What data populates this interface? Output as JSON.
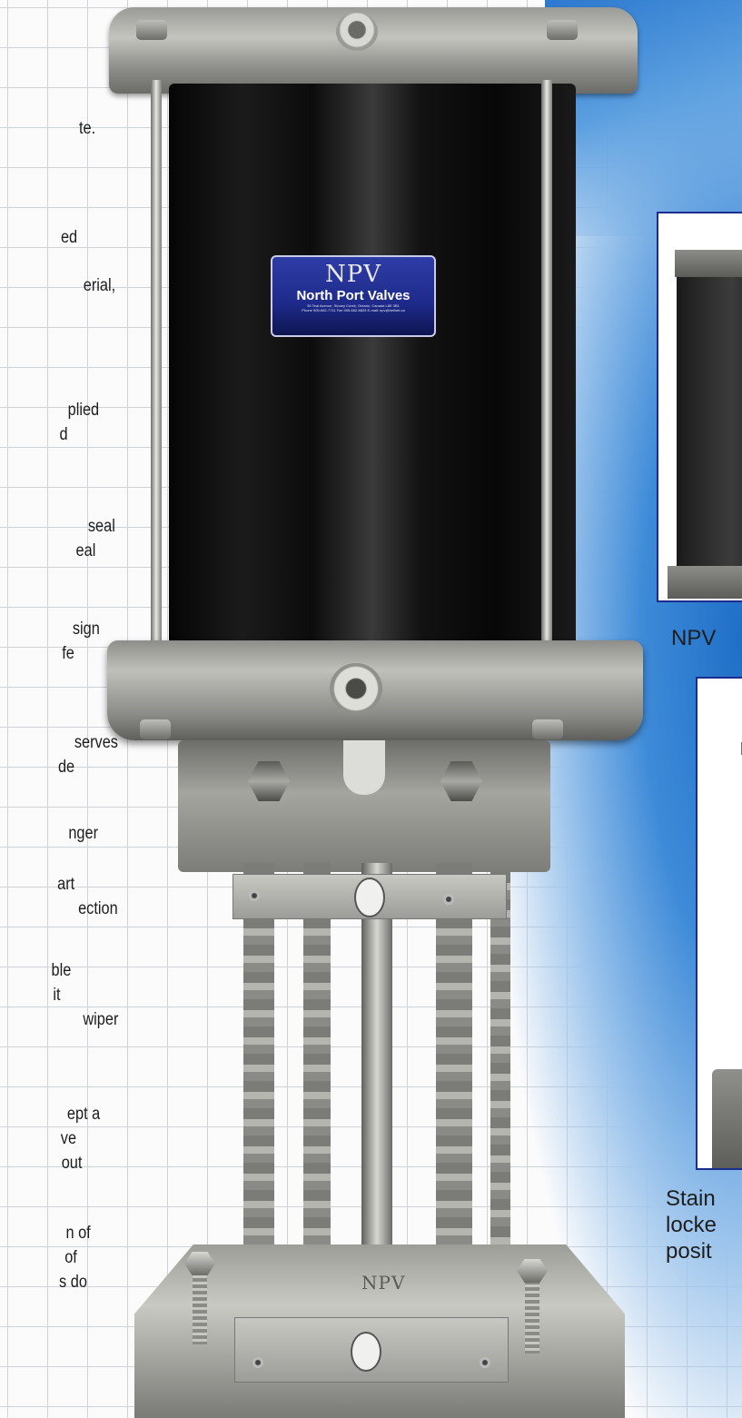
{
  "left_column_fragments": [
    "te.",
    "ed",
    "erial,",
    "plied",
    "d",
    "seal",
    "eal",
    "sign",
    "fe",
    "serves",
    "de",
    "nger",
    "art",
    "ection",
    "ble",
    "it",
    "wiper",
    "ept a",
    "ve",
    "out",
    "n of",
    "of",
    "s do"
  ],
  "product_label": {
    "logo": "NPV",
    "company": "North Port Valves",
    "address": "35 Teal Avenue, Stoney Creek, Ontario, Canada L8E 3B1",
    "contact": "Phone 905-662-7711  Fax 905-662-8825  E-mail: npv@bellnet.ca"
  },
  "engraving": "NPV",
  "inset_captions": {
    "caption_1": "NPV",
    "caption_2_lines": [
      "Stain",
      "locke",
      "posit"
    ]
  },
  "colors": {
    "accent_blue": "#1f6fc7",
    "inset_border": "#1b2c8c",
    "label_blue": "#1e2a8a"
  }
}
